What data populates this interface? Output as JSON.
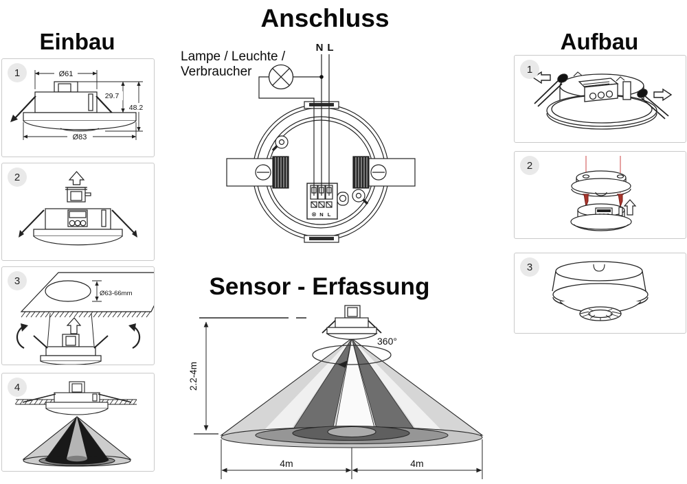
{
  "einbau": {
    "title": "Einbau",
    "steps": [
      "1",
      "2",
      "3",
      "4"
    ],
    "dims": {
      "top_diameter": "Ø61",
      "recess_height": "29.7",
      "total_height": "48.2",
      "flange_diameter": "Ø83",
      "ceiling_cutout": "Ø63-66mm"
    }
  },
  "anschluss": {
    "title": "Anschluss",
    "load_label_line1": "Lampe / Leuchte /",
    "load_label_line2": "Verbraucher",
    "wire_neutral": "N",
    "wire_live": "L",
    "terminal_lamp_symbol": "⊗",
    "terminal_neutral": "N",
    "terminal_live": "L"
  },
  "sensor_erfassung": {
    "title": "Sensor - Erfassung",
    "rotation_angle": "360°",
    "mounting_height": "2.2-4m",
    "range_left": "4m",
    "range_right": "4m"
  },
  "aufbau": {
    "title": "Aufbau",
    "steps": [
      "1",
      "2",
      "3"
    ]
  },
  "colors": {
    "line": "#222222",
    "panel_border": "#c9c9c9",
    "badge_background": "#e9e9e9",
    "screw_red": "#b03a2e",
    "screw_guide_red": "#e08a8a",
    "cone_light": "#d6d6d6",
    "cone_mid": "#969696",
    "cone_dark": "#5f5f5f",
    "cone_black": "#191919"
  }
}
